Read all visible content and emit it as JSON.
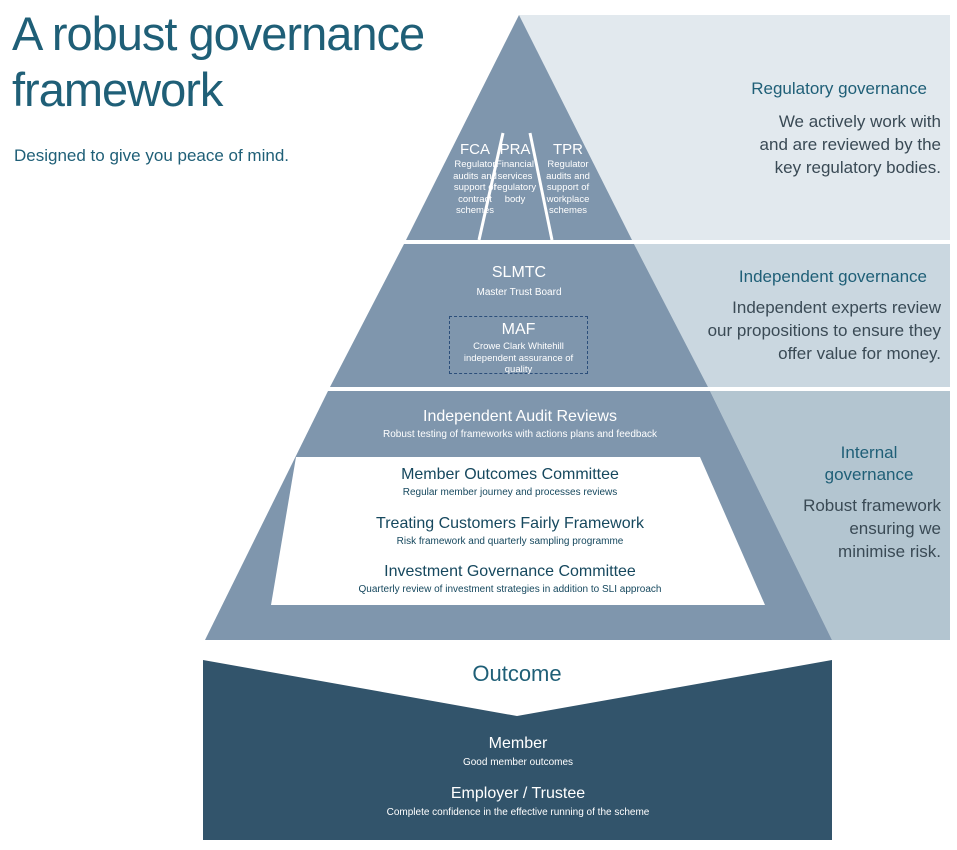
{
  "header": {
    "title_line1": "A robust governance",
    "title_line2": "framework",
    "subtitle": "Designed to give you peace of mind."
  },
  "regulators": [
    {
      "code": "FCA",
      "desc": [
        "Regulator",
        "audits and",
        "support of",
        "contract",
        "schemes"
      ]
    },
    {
      "code": "PRA",
      "desc": [
        "Financial",
        "services",
        "regulatory",
        "body"
      ]
    },
    {
      "code": "TPR",
      "desc": [
        "Regulator",
        "audits and",
        "support of",
        "workplace",
        "schemes"
      ]
    }
  ],
  "middle": {
    "slmtc": {
      "title": "SLMTC",
      "desc": "Master Trust Board"
    },
    "maf": {
      "title": "MAF",
      "desc_line1": "Crowe Clark Whitehill",
      "desc_line2": "independent assurance of quality"
    }
  },
  "base": {
    "audit": {
      "title": "Independent Audit Reviews",
      "desc": "Robust testing of frameworks with actions plans and feedback"
    },
    "committees": [
      {
        "title": "Member Outcomes Committee",
        "desc": "Regular member journey and processes reviews"
      },
      {
        "title": "Treating Customers Fairly Framework",
        "desc": "Risk framework and quarterly sampling programme"
      },
      {
        "title": "Investment Governance Committee",
        "desc": "Quarterly review of investment strategies in addition to SLI approach"
      }
    ]
  },
  "side_panels": [
    {
      "heading": [
        "Regulatory governance"
      ],
      "body": [
        "We actively work with",
        "and are reviewed by the",
        "key regulatory bodies."
      ]
    },
    {
      "heading": [
        "Independent governance"
      ],
      "body": [
        "Independent experts review",
        "our propositions to ensure they",
        "offer value for money."
      ]
    },
    {
      "heading": [
        "Internal",
        "governance"
      ],
      "body": [
        "Robust framework",
        "ensuring we",
        "minimise risk."
      ]
    }
  ],
  "outcome": {
    "title": "Outcome",
    "items": [
      {
        "title": "Member",
        "desc": "Good member outcomes"
      },
      {
        "title": "Employer / Trustee",
        "desc": "Complete confidence in the effective running of the scheme"
      }
    ]
  },
  "colors": {
    "pyramid": "#7f96ad",
    "panel_top": "#e2e9ee",
    "panel_mid": "#cad7e0",
    "panel_low": "#b3c5d0",
    "outcome": "#32546b",
    "title_text": "#1f5f77"
  }
}
